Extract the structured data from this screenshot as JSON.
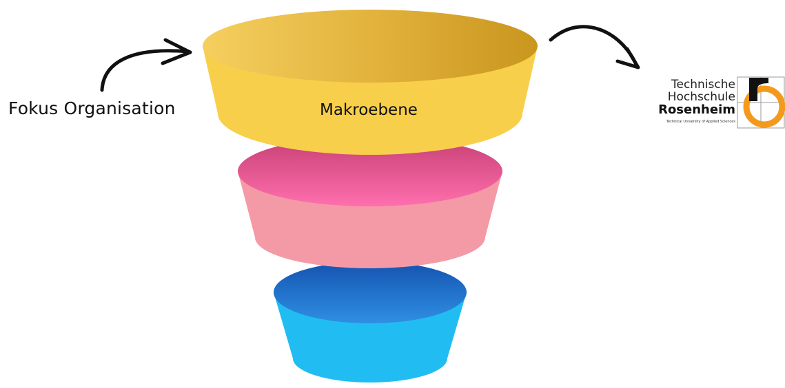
{
  "left_label": "Fokus Organisation",
  "center_label": "Makroebene",
  "logo": {
    "line1": "Technische",
    "line2": "Hochschule",
    "line3": "Rosenheim",
    "line4": "Technical University of Applied Sciences"
  },
  "colors": {
    "top_tier": "#f8cf4a",
    "middle_tier": "#f49aa6",
    "bottom_tier": "#21bdf2",
    "arrow": "#111111",
    "logo_orange": "#f39a1d"
  }
}
